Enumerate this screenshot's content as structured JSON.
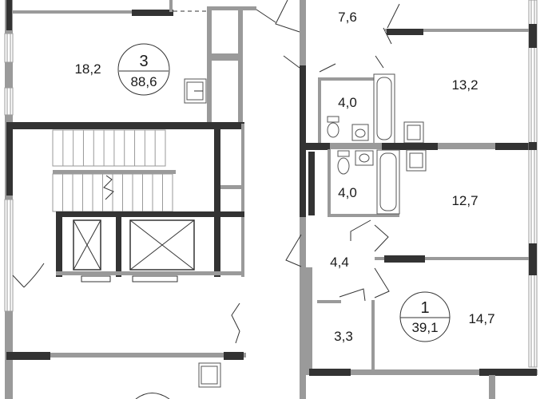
{
  "plan": {
    "rooms": [
      {
        "id": "room-18-2",
        "area": "18,2"
      },
      {
        "id": "room-7-6",
        "area": "7,6"
      },
      {
        "id": "room-13-2",
        "area": "13,2"
      },
      {
        "id": "room-4-0-a",
        "area": "4,0"
      },
      {
        "id": "room-4-0-b",
        "area": "4,0"
      },
      {
        "id": "room-12-7",
        "area": "12,7"
      },
      {
        "id": "room-4-4",
        "area": "4,4"
      },
      {
        "id": "room-3-3",
        "area": "3,3"
      },
      {
        "id": "room-14-7",
        "area": "14,7"
      }
    ],
    "apartments": [
      {
        "rooms_count": "3",
        "total_area": "88,6"
      },
      {
        "rooms_count": "1",
        "total_area": "39,1"
      }
    ],
    "colors": {
      "wall_light": "#9a9a9a",
      "wall_dark": "#333333"
    }
  }
}
